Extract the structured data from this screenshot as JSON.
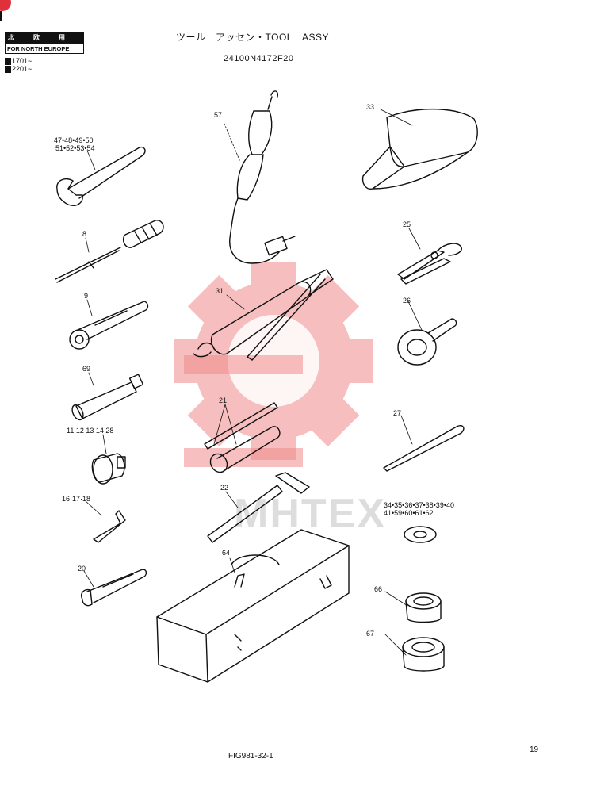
{
  "header": {
    "title": "ツール　アッセン・TOOL　ASSY",
    "part_number": "24100N4172F20"
  },
  "region": {
    "line1": "北　欧　用",
    "line2": "FOR NORTH EUROPE",
    "line3": "1701~",
    "line4": "2201~"
  },
  "labels": {
    "l57": "57",
    "l33": "33",
    "l47": "47•48•49•50",
    "l51": "51•52•53•54",
    "l8": "8",
    "l25": "25",
    "l9": "9",
    "l31": "31",
    "l26": "26",
    "l69": "69",
    "l21": "21",
    "l27": "27",
    "l11": "11  12  13  14  28",
    "l22": "22",
    "l34": "34•35•36•37•38•39•40",
    "l41": "41•59•60•61•62",
    "l16": "16·17·18",
    "l64": "64",
    "l20": "20",
    "l66": "66",
    "l67": "67"
  },
  "watermark": "MHTEX",
  "footer": {
    "figure": "FIG981-32-1",
    "page": "19"
  },
  "colors": {
    "watermark": "#f08a8a",
    "corner": "#e0303c",
    "line": "#111111"
  }
}
